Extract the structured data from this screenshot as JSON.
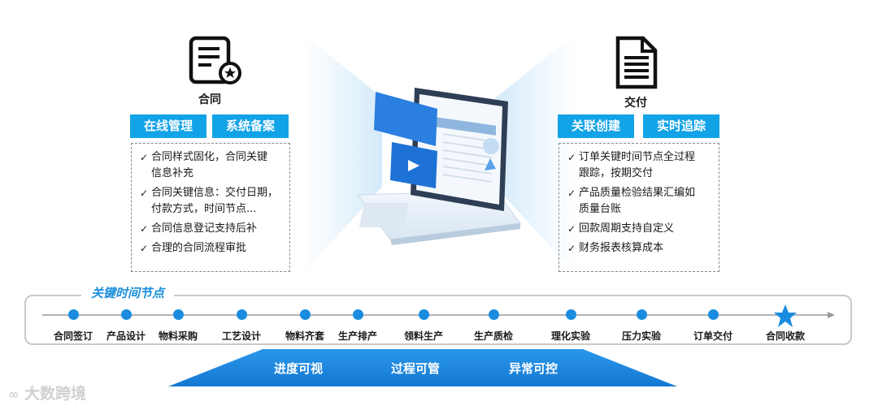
{
  "left_panel": {
    "title": "合同",
    "tags": [
      "在线管理",
      "系统备案"
    ],
    "items": [
      [
        "合同样式固化，合同关键",
        "信息补充"
      ],
      [
        "合同关键信息：交付日期，",
        "付款方式，时间节点..."
      ],
      [
        "合同信息登记支持后补"
      ],
      [
        "合理的合同流程审批"
      ]
    ]
  },
  "right_panel": {
    "title": "交付",
    "tags": [
      "关联创建",
      "实时追踪"
    ],
    "items": [
      [
        "订单关键时间节点全过程",
        "跟踪，按期交付"
      ],
      [
        "产品质量检验结果汇编如",
        "质量台账"
      ],
      [
        "回款周期支持自定义"
      ],
      [
        "财务报表核算成本"
      ]
    ]
  },
  "timeline": {
    "label": "关键时间节点",
    "nodes": [
      "合同签订",
      "产品设计",
      "物料采购",
      "工艺设计",
      "物料齐套",
      "生产排产",
      "领料生产",
      "生产质检",
      "理化实验",
      "压力实验",
      "订单交付",
      "合同收款"
    ]
  },
  "banner": {
    "items": [
      "进度可视",
      "过程可管",
      "异常可控"
    ]
  },
  "watermark": "大数跨境",
  "colors": {
    "accent": "#12a3e7",
    "node": "#1a8ce0",
    "banner": "#1b8de0"
  }
}
